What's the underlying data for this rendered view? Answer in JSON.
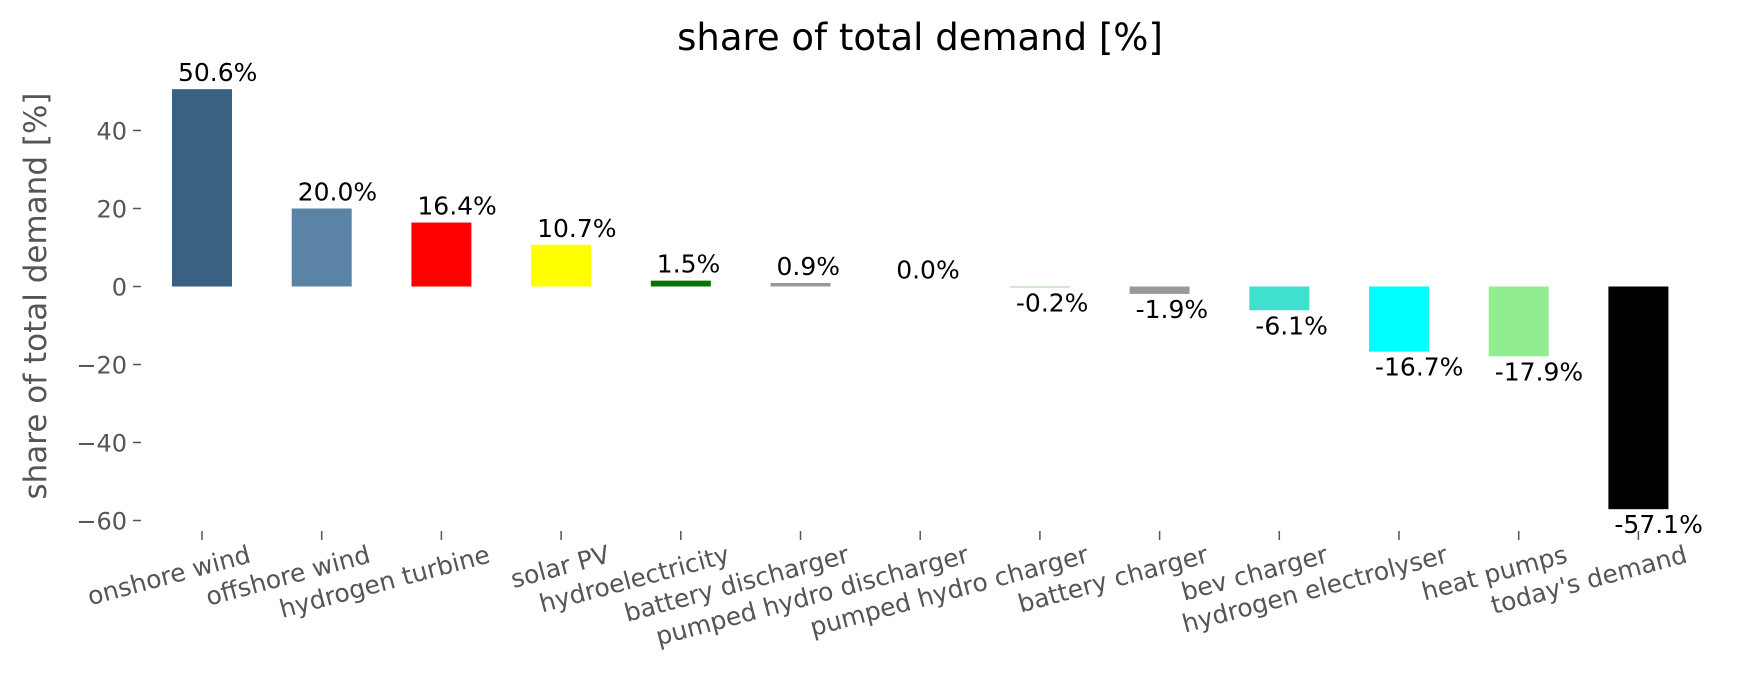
{
  "chart_data": {
    "type": "bar",
    "title": "share of total demand [%]",
    "ylabel": "share of total demand [%]",
    "xlabel": "",
    "ylim": [
      -65,
      52
    ],
    "yticks": [
      40,
      20,
      0,
      -20,
      -40,
      -60
    ],
    "ytick_labels": [
      "40",
      "20",
      "0",
      "−20",
      "−40",
      "−60"
    ],
    "grid": false,
    "categories": [
      "onshore wind",
      "offshore wind",
      "hydrogen turbine",
      "solar PV",
      "hydroelectricity",
      "battery discharger",
      "pumped hydro discharger",
      "pumped hydro charger",
      "battery charger",
      "bev charger",
      "hydrogen electrolyser",
      "heat pumps",
      "today's demand"
    ],
    "values": [
      50.6,
      20.0,
      16.4,
      10.7,
      1.5,
      0.9,
      0.0,
      -0.2,
      -1.9,
      -6.1,
      -16.7,
      -17.9,
      -57.1
    ],
    "data_labels": [
      "50.6%",
      "20.0%",
      "16.4%",
      "10.7%",
      "1.5%",
      "0.9%",
      "0.0%",
      "-0.2%",
      "-1.9%",
      "-6.1%",
      "-16.7%",
      "-17.9%",
      "-57.1%"
    ],
    "colors": [
      "#3b6182",
      "#5b83a6",
      "#ff0000",
      "#ffff00",
      "#007400",
      "#999999",
      "#51dbcc",
      "#aad4a0",
      "#999999",
      "#40e0d0",
      "#00ffff",
      "#90ee90",
      "#000000"
    ]
  }
}
